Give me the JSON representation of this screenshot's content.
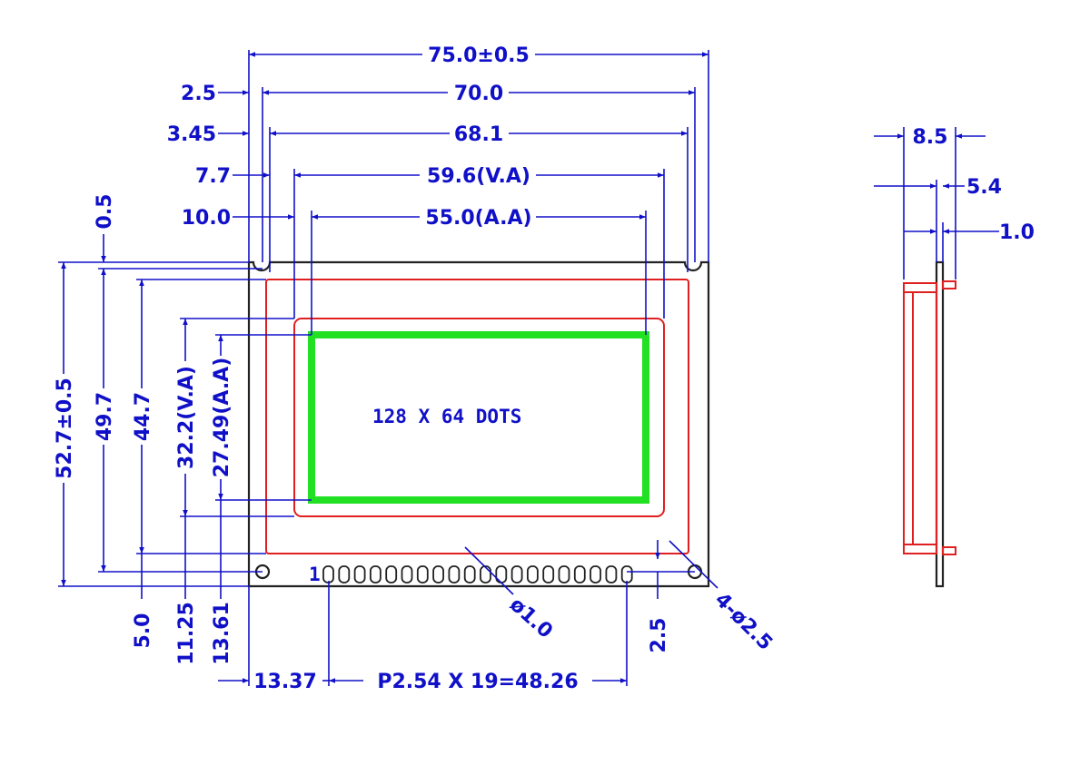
{
  "colors": {
    "dimension": "#1010c8",
    "outline": "#222222",
    "bezel": "#e02020",
    "active_area": "#22e022"
  },
  "display_label": "128 X 64 DOTS",
  "pin_one_label": "1",
  "top_dims": {
    "overall_width": "75.0±0.5",
    "pcb_hole_span": "70.0",
    "bezel_width": "68.1",
    "view_area_width": "59.6(V.A)",
    "active_area_width": "55.0(A.A)",
    "offset_1": "2.5",
    "offset_2": "3.45",
    "offset_3": "7.7",
    "offset_4": "10.0"
  },
  "left_dims": {
    "top_offset": "0.5",
    "overall_height": "52.7±0.5",
    "hole_span": "49.7",
    "bezel_height": "44.7",
    "view_area_height": "32.2(V.A)",
    "active_area_height": "27.49(A.A)",
    "bottom_1": "5.0",
    "bottom_2": "11.25",
    "bottom_3": "13.61"
  },
  "bottom_dims": {
    "pin_start": "13.37",
    "pin_pitch": "P2.54 X 19=48.26",
    "pin_hole": "ø1.0",
    "pin_row_offset": "2.5",
    "mount_holes": "4-ø2.5"
  },
  "side_dims": {
    "total_thickness": "8.5",
    "module_thickness": "5.4",
    "pcb_thickness": "1.0"
  }
}
